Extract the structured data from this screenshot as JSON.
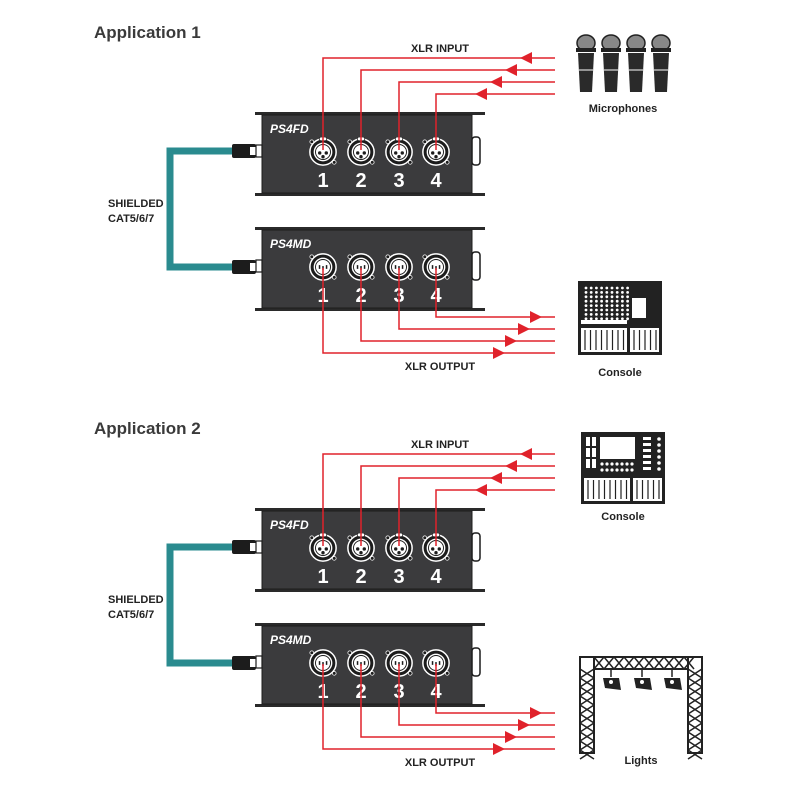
{
  "colors": {
    "signal": "#e0222b",
    "cable": "#2a8b8f",
    "box": "#3b3b3d",
    "text": "#222222"
  },
  "applications": [
    {
      "title": "Application 1",
      "cable_label": [
        "SHIELDED",
        "CAT5/6/7"
      ],
      "input_label": "XLR INPUT",
      "output_label": "XLR OUTPUT",
      "sender": {
        "model": "PS4FD",
        "channels": [
          "1",
          "2",
          "3",
          "4"
        ]
      },
      "receiver": {
        "model": "PS4MD",
        "channels": [
          "1",
          "2",
          "3",
          "4"
        ]
      },
      "source": {
        "label": "Microphones",
        "icon": "microphones-icon"
      },
      "destination": {
        "label": "Console",
        "icon": "mixing-console-icon"
      }
    },
    {
      "title": "Application 2",
      "cable_label": [
        "SHIELDED",
        "CAT5/6/7"
      ],
      "input_label": "XLR INPUT",
      "output_label": "XLR OUTPUT",
      "sender": {
        "model": "PS4FD",
        "channels": [
          "1",
          "2",
          "3",
          "4"
        ]
      },
      "receiver": {
        "model": "PS4MD",
        "channels": [
          "1",
          "2",
          "3",
          "4"
        ]
      },
      "source": {
        "label": "Console",
        "icon": "digital-console-icon"
      },
      "destination": {
        "label": "Lights",
        "icon": "lighting-truss-icon"
      }
    }
  ]
}
